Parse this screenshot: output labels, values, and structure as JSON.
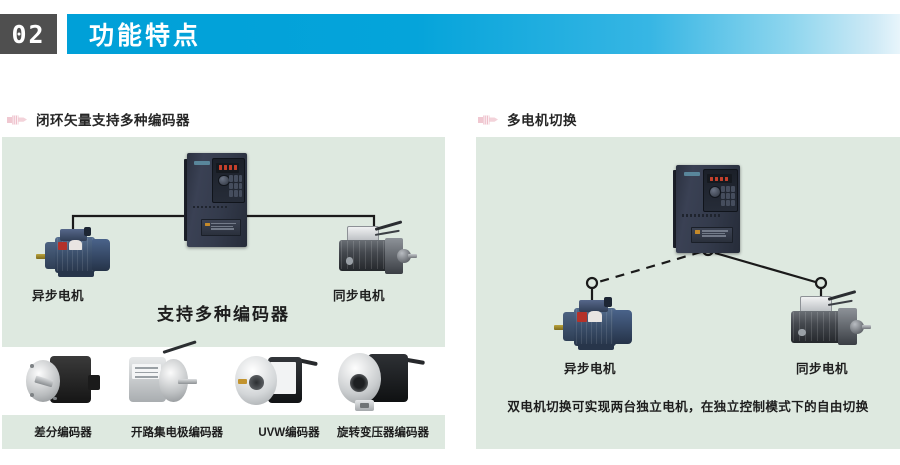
{
  "header": {
    "badge_number": "02",
    "title": "功能特点",
    "badge_bg": "#4f4f4f",
    "bar_color_start": "#00a0d8",
    "bar_color_end": "#e8f5fb"
  },
  "sections": [
    {
      "id": "closed-loop-vector",
      "icon": "hand-point-right-icon",
      "heading": "闭环矢量支持多种编码器",
      "diagram": {
        "device_label": "",
        "left_motor_label": "异步电机",
        "right_motor_label": "同步电机",
        "wire_style": "solid"
      },
      "encoder_block": {
        "title": "支持多种编码器",
        "encoders": [
          {
            "name": "差分编码器",
            "icon": "encoder-differential-icon"
          },
          {
            "name": "开路集电极编码器",
            "icon": "encoder-open-collector-icon"
          },
          {
            "name": "UVW编码器",
            "icon": "encoder-uvw-icon"
          },
          {
            "name": "旋转变压器编码器",
            "icon": "encoder-resolver-icon"
          }
        ]
      }
    },
    {
      "id": "multi-motor-switch",
      "icon": "hand-point-right-icon",
      "heading": "多电机切换",
      "diagram": {
        "left_motor_label": "异步电机",
        "right_motor_label": "同步电机",
        "left_wire_style": "dashed",
        "right_wire_style": "solid"
      },
      "caption": "双电机切换可实现两台独立电机，在独立控制模式下的自由切换"
    }
  ],
  "colors": {
    "panel_bg": "#dee9e0",
    "accent_blue": "#00a0d8",
    "icon_pink": "#efc2cc",
    "wire": "#1a1a1a",
    "text": "#1e1e1e"
  }
}
